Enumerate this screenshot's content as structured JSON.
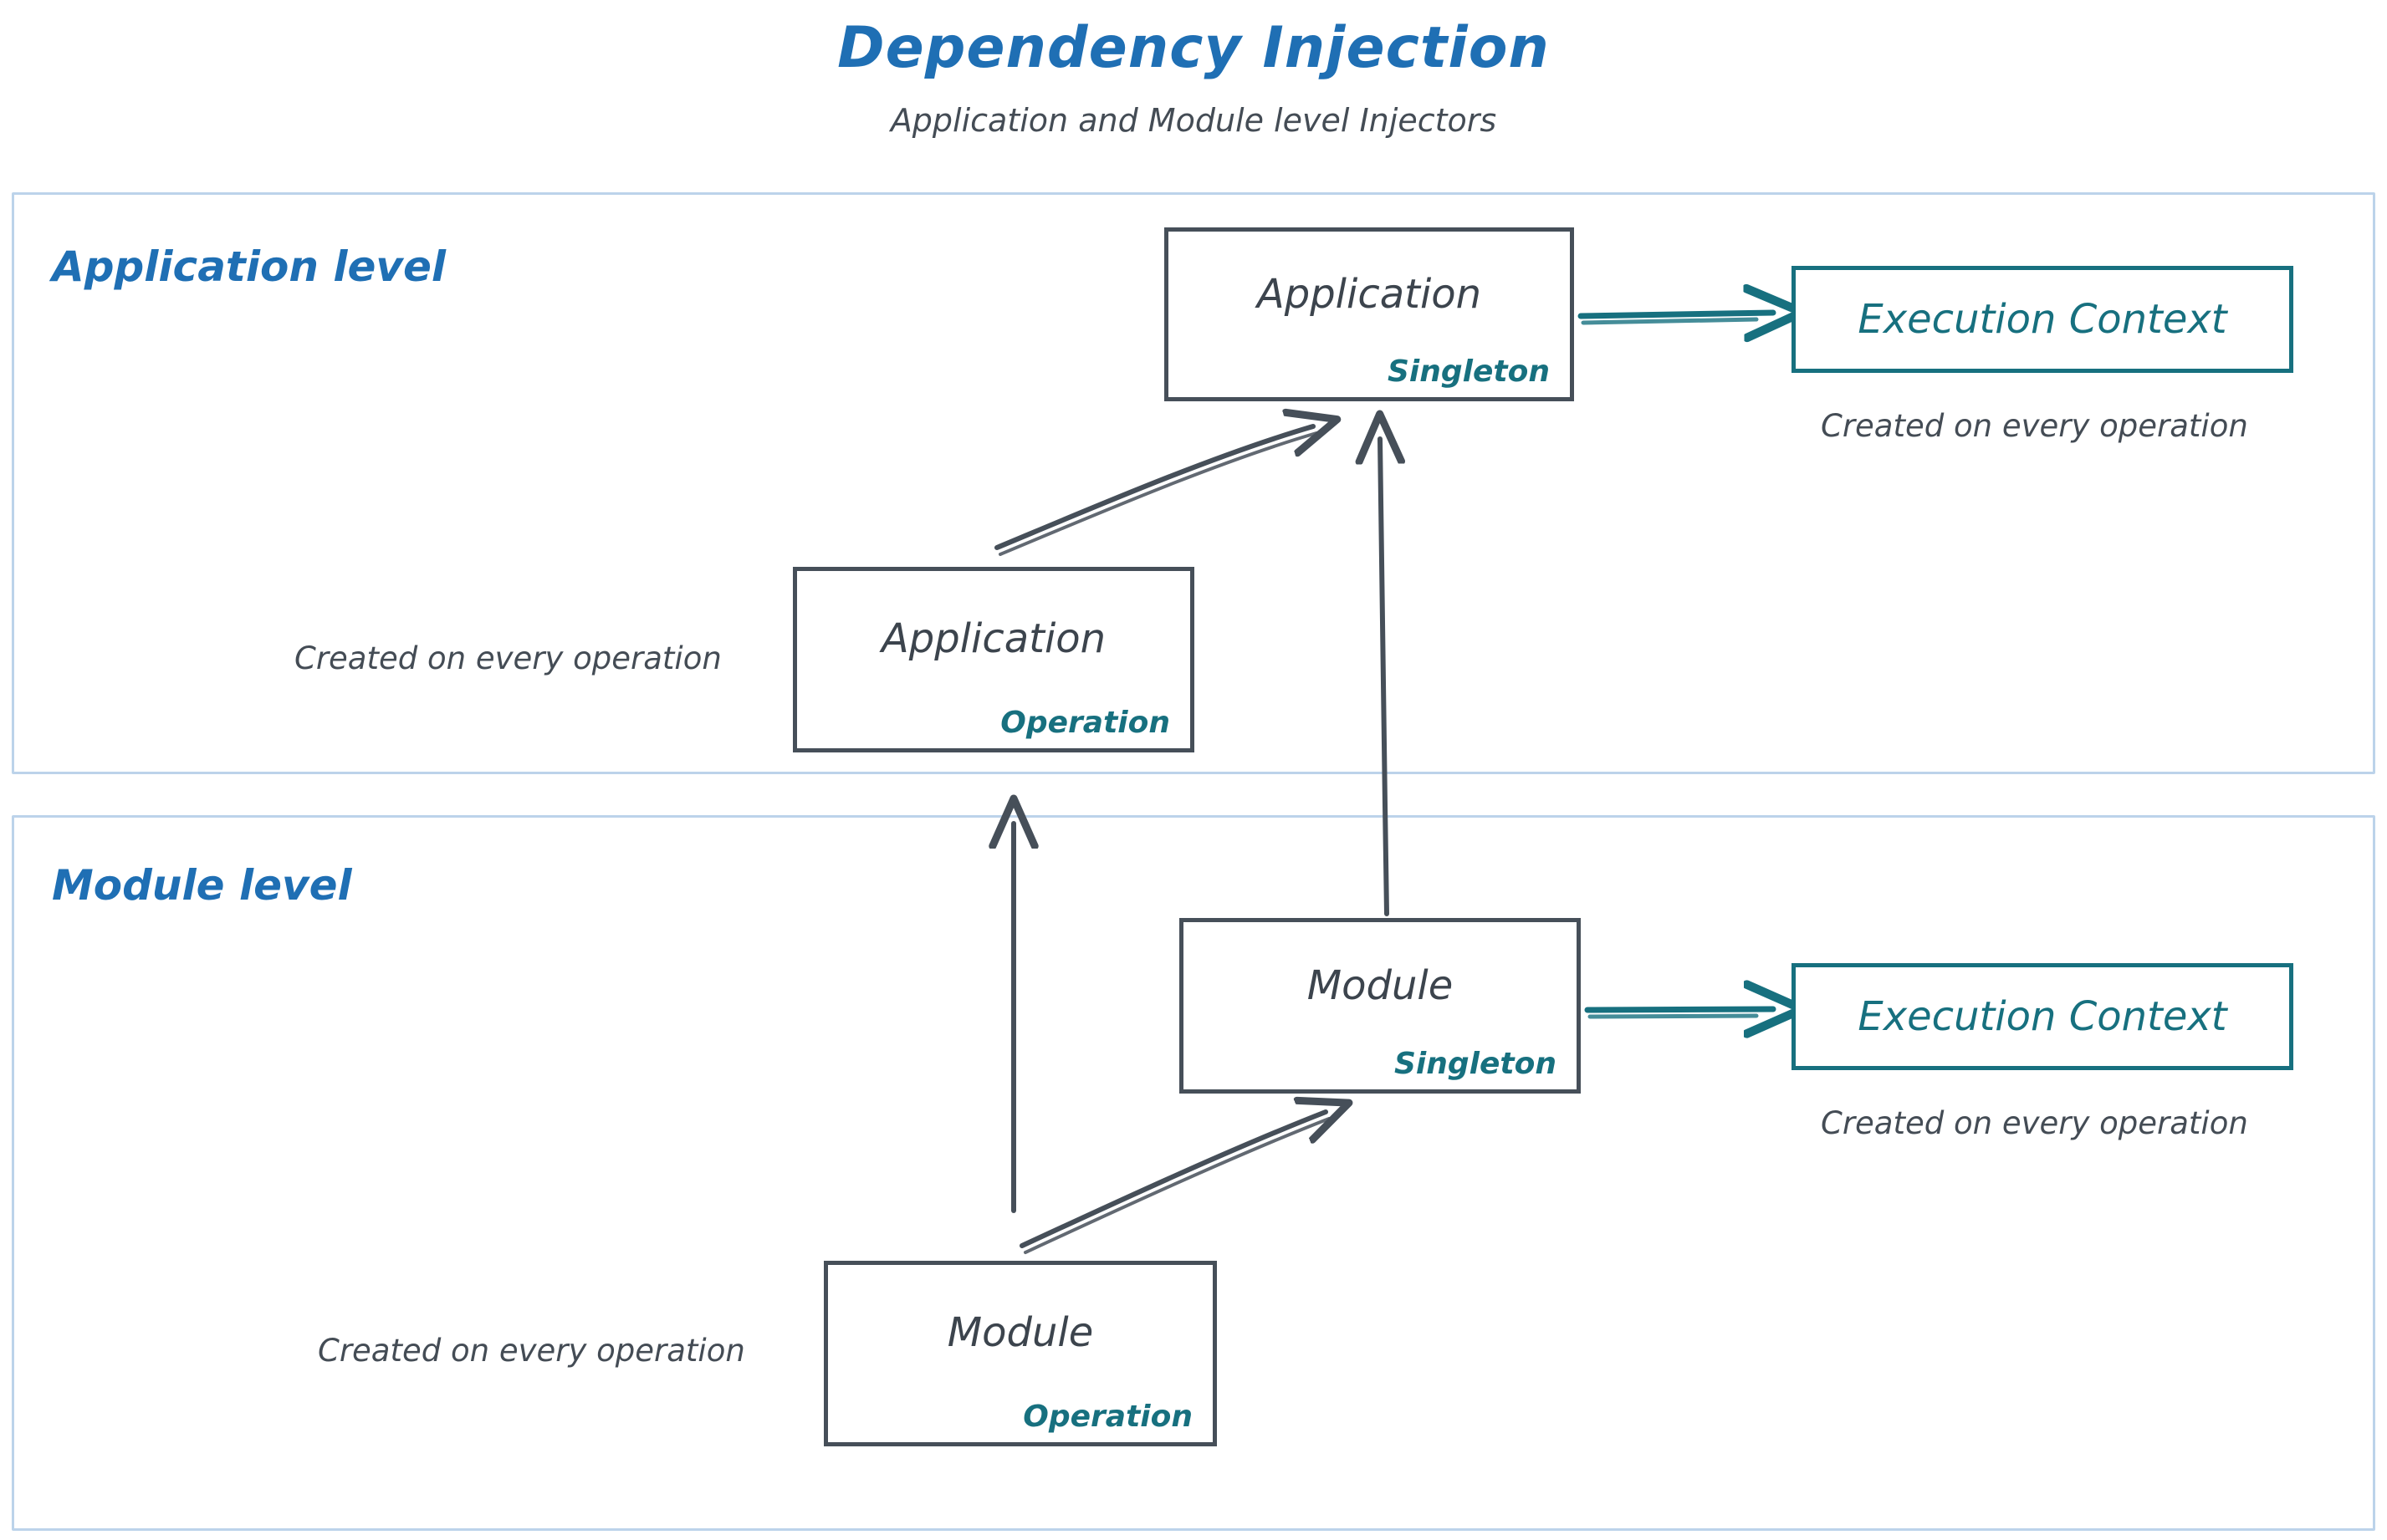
{
  "header": {
    "title": "Dependency Injection",
    "subtitle": "Application and Module level Injectors",
    "title_color": "#1f6fb4",
    "subtitle_color": "#444c55"
  },
  "levels": [
    {
      "id": "application-level",
      "label": "Application level",
      "label_color": "#1f6fb4",
      "border_color": "#bcd3ea"
    },
    {
      "id": "module-level",
      "label": "Module level",
      "label_color": "#1f6fb4",
      "border_color": "#bcd3ea"
    }
  ],
  "nodes": {
    "app_singleton": {
      "title": "Application",
      "scope": "Singleton",
      "border_color": "#464f59",
      "scope_color": "#17707f"
    },
    "app_operation": {
      "title": "Application",
      "scope": "Operation",
      "border_color": "#464f59",
      "scope_color": "#17707f"
    },
    "module_singleton": {
      "title": "Module",
      "scope": "Singleton",
      "border_color": "#464f59",
      "scope_color": "#17707f"
    },
    "module_operation": {
      "title": "Module",
      "scope": "Operation",
      "border_color": "#464f59",
      "scope_color": "#17707f"
    }
  },
  "execution_contexts": {
    "application": {
      "label": "Execution Context",
      "color": "#17707f",
      "caption": "Created on every operation"
    },
    "module": {
      "label": "Execution Context",
      "color": "#17707f",
      "caption": "Created on every operation"
    }
  },
  "captions": {
    "app_operation": "Created on every operation",
    "module_operation": "Created on every operation"
  },
  "arrows": [
    {
      "name": "app-operation-to-app-singleton",
      "from": "Application (Operation)",
      "to": "Application (Singleton)",
      "color": "#464f59",
      "style": "diagonal"
    },
    {
      "name": "module-singleton-to-app-singleton",
      "from": "Module (Singleton)",
      "to": "Application (Singleton)",
      "color": "#464f59",
      "style": "vertical"
    },
    {
      "name": "app-singleton-to-execution-context",
      "from": "Application (Singleton)",
      "to": "Execution Context",
      "color": "#17707f",
      "style": "horizontal"
    },
    {
      "name": "module-operation-to-module-singleton",
      "from": "Module (Operation)",
      "to": "Module (Singleton)",
      "color": "#464f59",
      "style": "diagonal"
    },
    {
      "name": "module-operation-to-app-operation",
      "from": "Module (Operation)",
      "to": "Application level",
      "color": "#464f59",
      "style": "vertical"
    },
    {
      "name": "module-singleton-to-execution-context",
      "from": "Module (Singleton)",
      "to": "Execution Context",
      "color": "#17707f",
      "style": "horizontal"
    }
  ]
}
